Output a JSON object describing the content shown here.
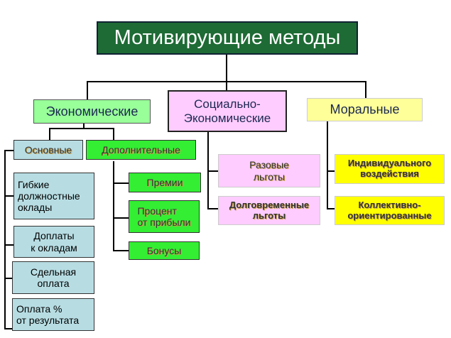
{
  "title": "Мотивирующие методы",
  "categories": {
    "economic": "Экономические",
    "social": "Социально-\nЭкономические",
    "moral": "Моральные"
  },
  "economic": {
    "basic": {
      "label": "Основные",
      "items": [
        "Гибкие\nдолжностные\nоклады",
        "Доплаты\nк окладам",
        "Сдельная\nоплата",
        "Оплата %\nот результата"
      ]
    },
    "additional": {
      "label": "Дополнительные",
      "items": [
        "Премии",
        "Процент\nот прибыли",
        "Бонусы"
      ]
    }
  },
  "social": {
    "items": [
      "Разовые\nльготы",
      "Долговременные\nльготы"
    ]
  },
  "moral": {
    "items": [
      "Индивидуального\nвоздействия",
      "Коллективно-\nориентированные"
    ]
  },
  "colors": {
    "title": "#1e6b35",
    "economic": "#99ff99",
    "social": "#ffccff",
    "moral": "#ffff99",
    "basic": "#b7dde3",
    "additional": "#33ee33",
    "moralItems": "#ffff00"
  }
}
